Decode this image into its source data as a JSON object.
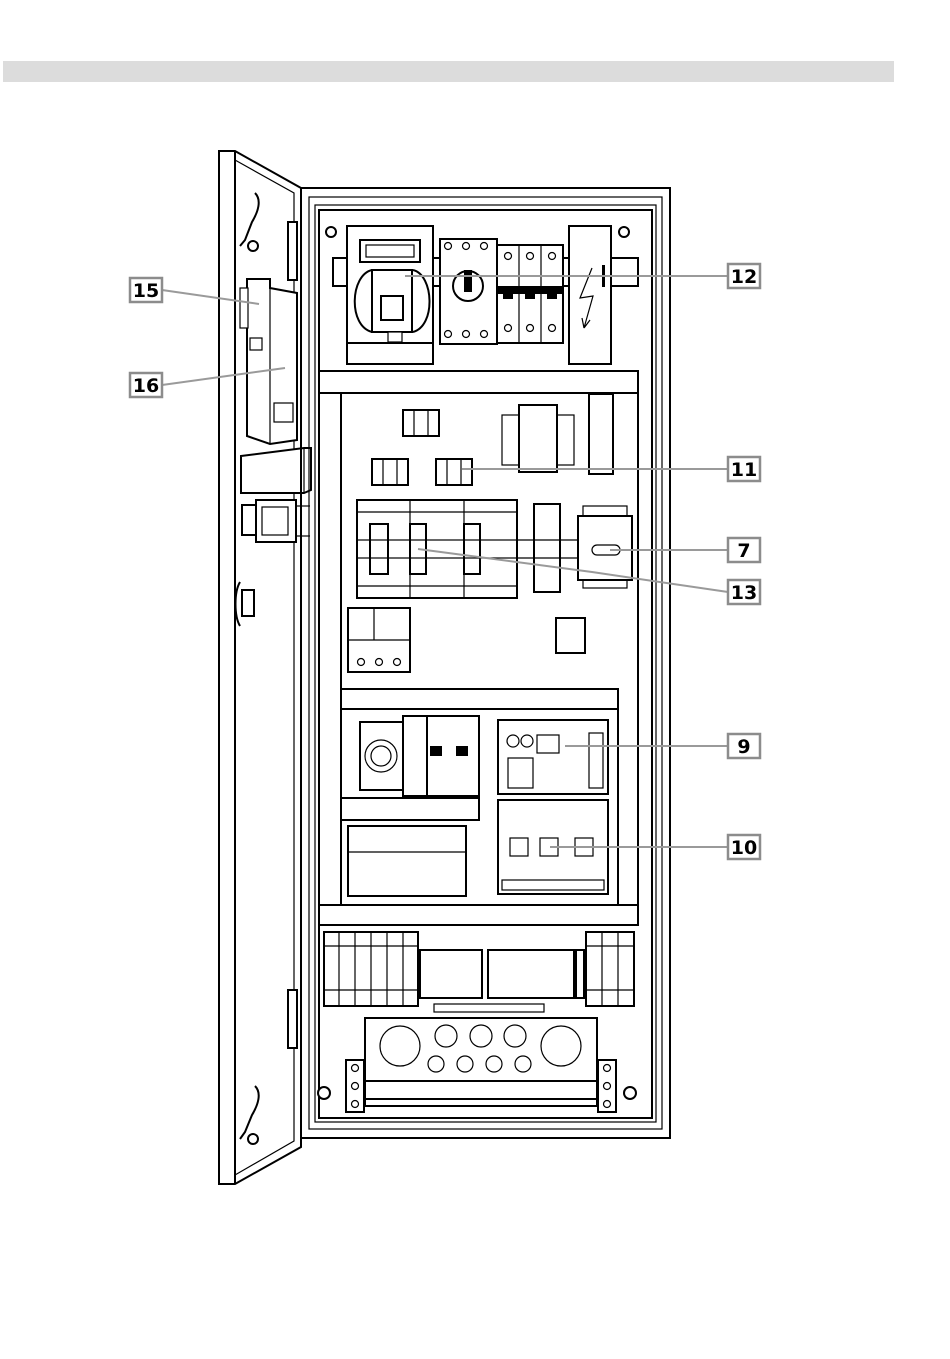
{
  "callouts": [
    {
      "id": "15",
      "label": "15"
    },
    {
      "id": "16",
      "label": "16"
    },
    {
      "id": "12",
      "label": "12"
    },
    {
      "id": "11",
      "label": "11"
    },
    {
      "id": "7",
      "label": "7"
    },
    {
      "id": "13",
      "label": "13"
    },
    {
      "id": "9",
      "label": "9"
    },
    {
      "id": "10",
      "label": "10"
    }
  ],
  "colors": {
    "header_bar": "#dcdcdc",
    "callout_border": "#8c8c8c",
    "leader_line": "#9a9a9a",
    "line_art": "#000000"
  }
}
